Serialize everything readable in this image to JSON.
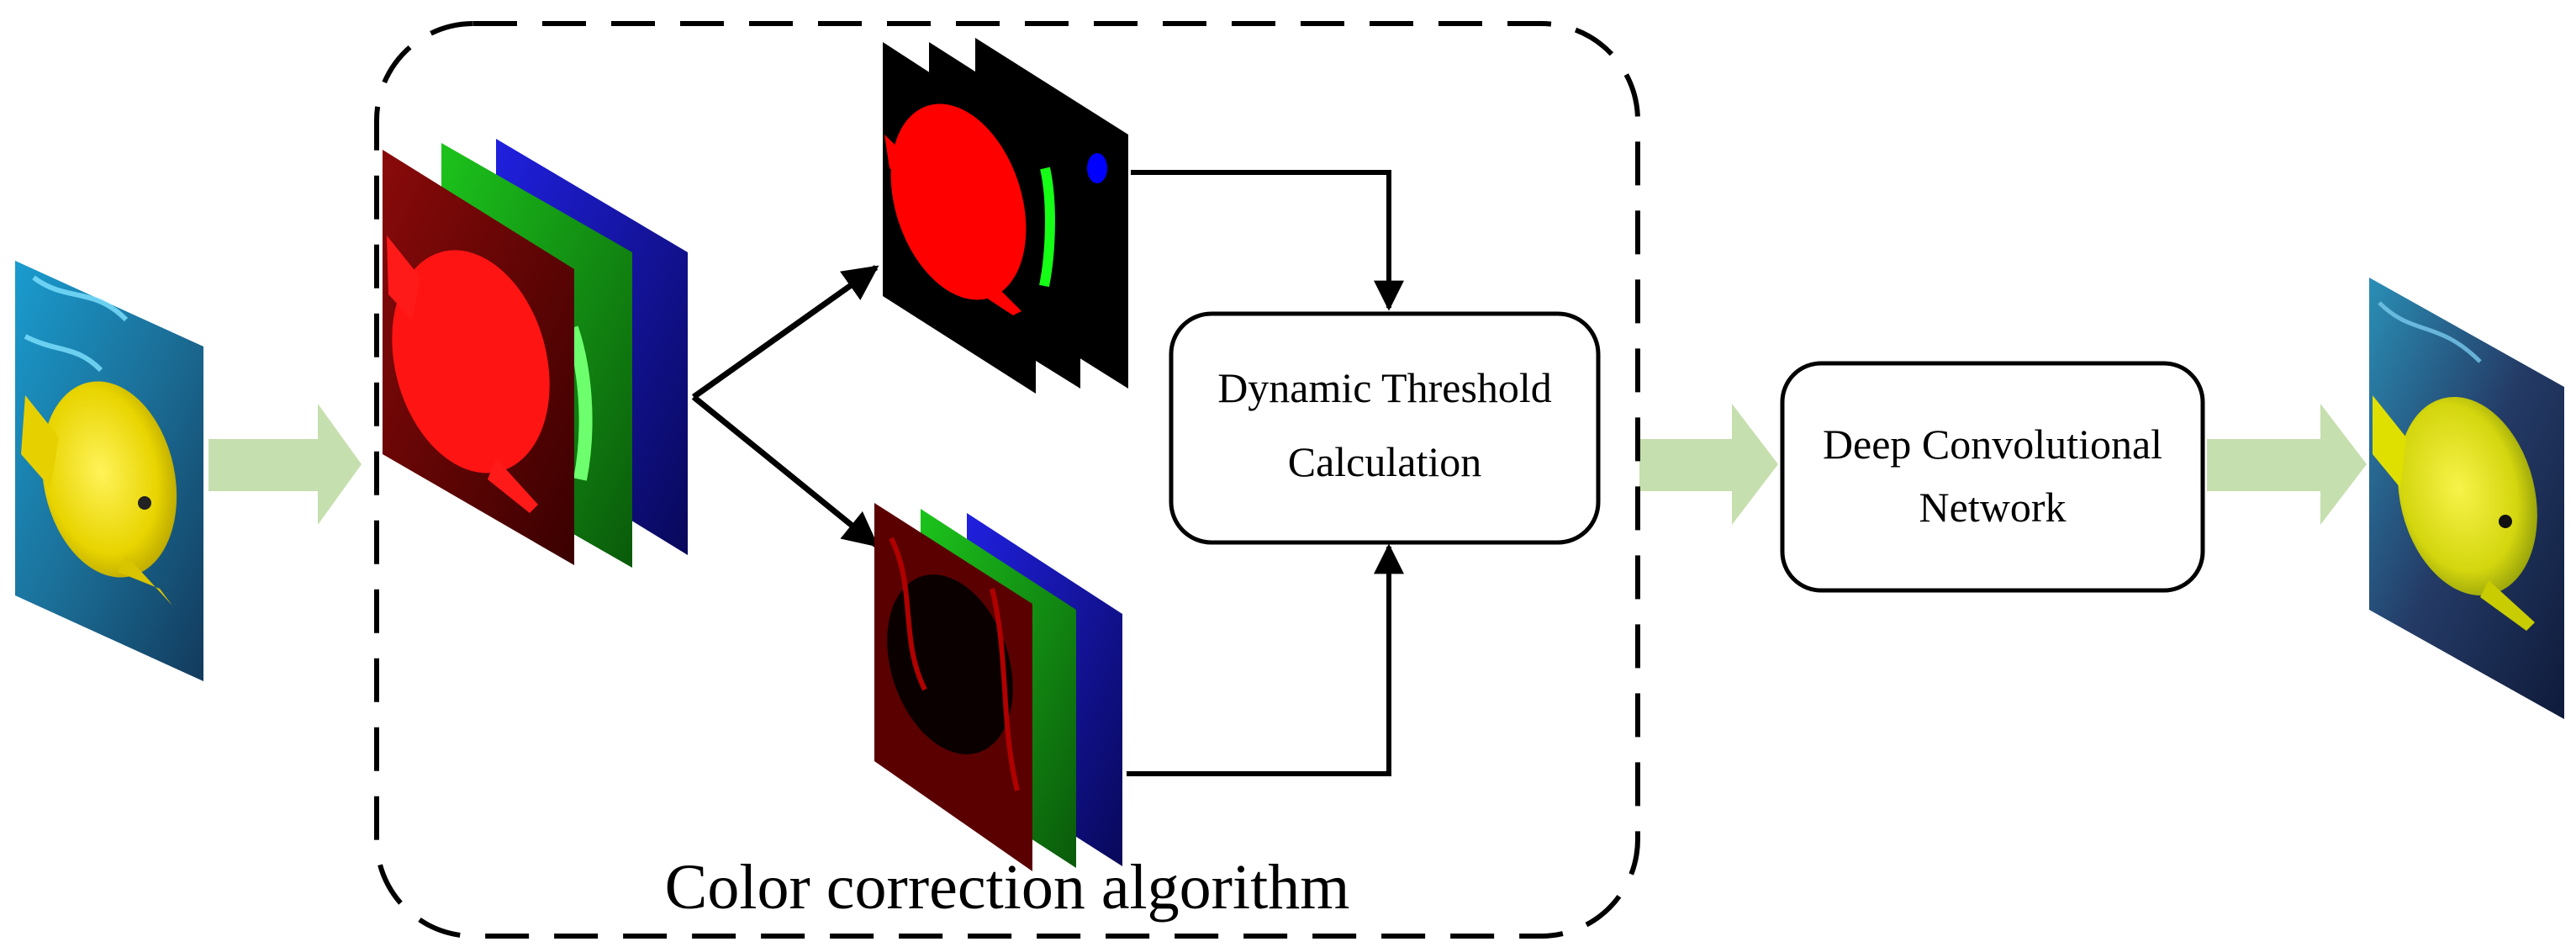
{
  "boxes": {
    "threshold_line1": "Dynamic Threshold",
    "threshold_line2": "Calculation",
    "network_line1": "Deep Convolutional",
    "network_line2": "Network"
  },
  "region_caption": "Color correction algorithm",
  "colors": {
    "flow_arrow": "#c6dfae",
    "red_channel": "#ff1a1a",
    "green_channel": "#1aff1a",
    "blue_channel": "#1a1aff",
    "fish_yellow": "#f2e400",
    "water_blue": "#1f7fb0"
  }
}
